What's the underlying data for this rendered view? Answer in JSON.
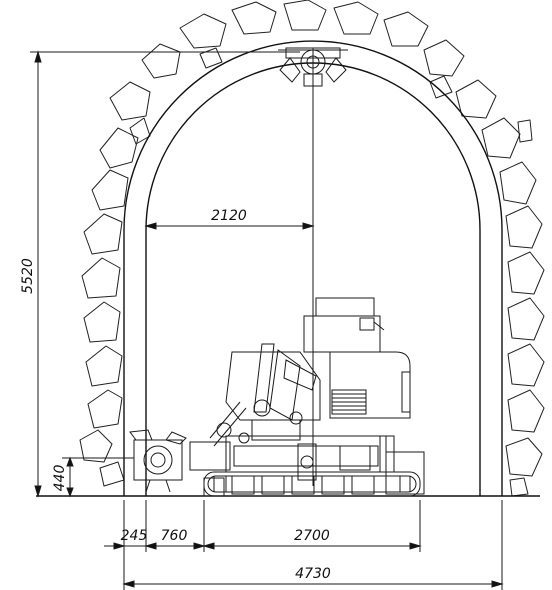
{
  "dimensions": {
    "height_total": "5520",
    "half_width": "2120",
    "cutter_height": "440",
    "gap_left": "245",
    "boom_reach": "760",
    "track_length": "2700",
    "tunnel_width": "4730"
  }
}
